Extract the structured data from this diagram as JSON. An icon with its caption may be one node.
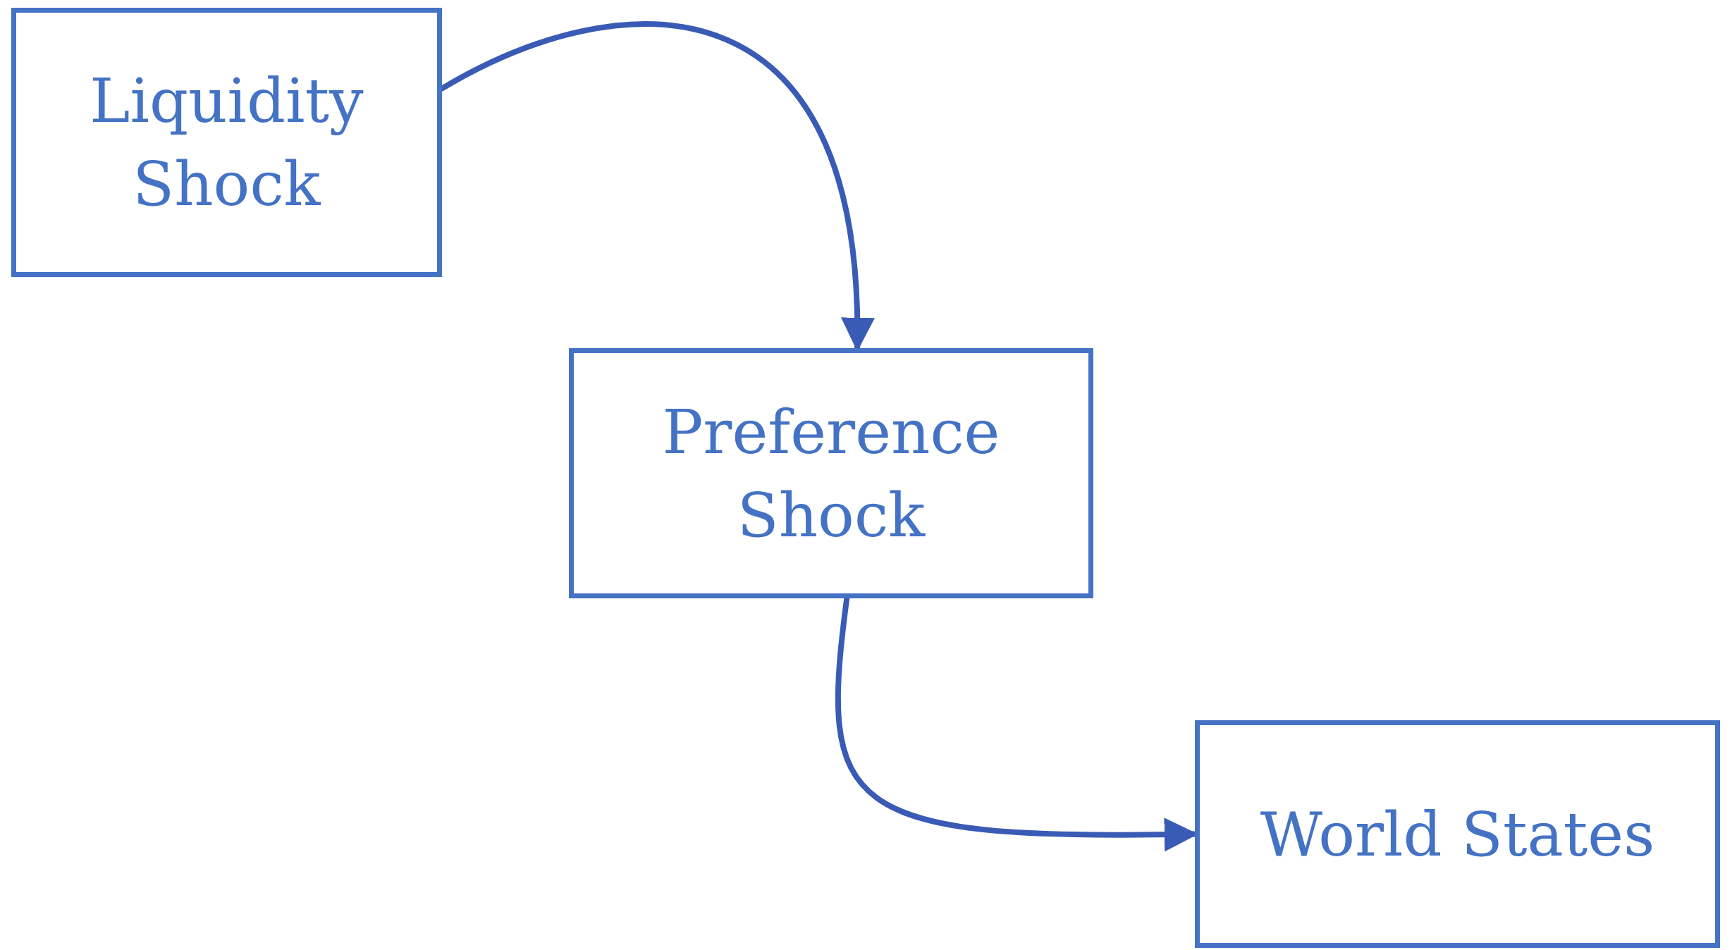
{
  "diagram": {
    "nodes": [
      {
        "text": [
          "Liquidity Shock"
        ]
      },
      {
        "text": [
          "Preference Shock"
        ]
      },
      {
        "text": [
          "World States"
        ]
      }
    ],
    "edges": [
      {
        "from": 0,
        "to": 1,
        "arrow": "to"
      },
      {
        "from": 1,
        "to": 2,
        "arrow": "to"
      }
    ]
  }
}
